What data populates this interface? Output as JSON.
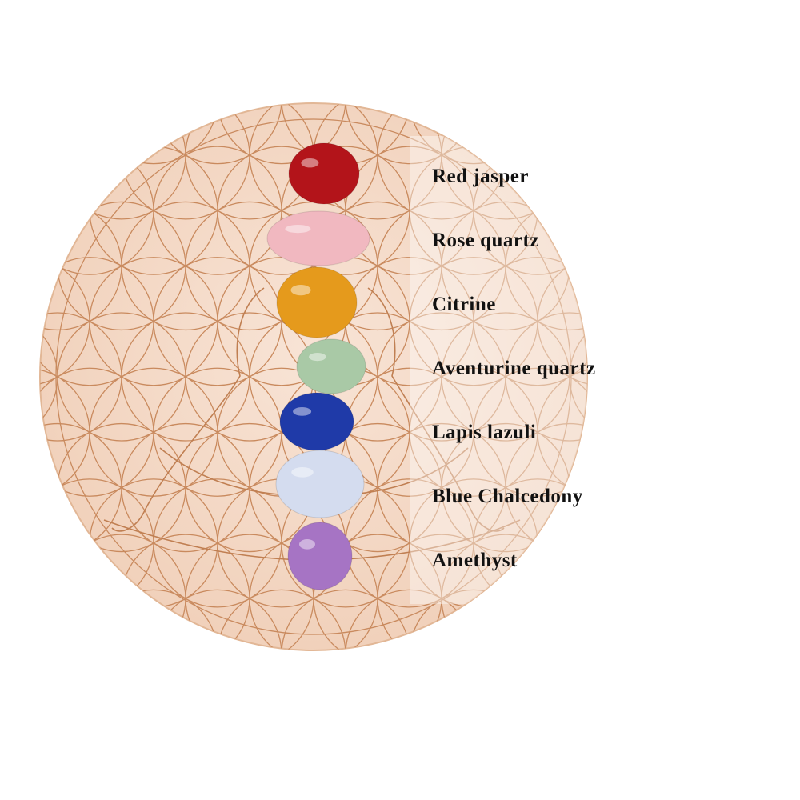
{
  "colors": {
    "background": "#ffffff",
    "wood": "#f6dccb",
    "engraving": "#c98a5e",
    "label_text": "#111111"
  },
  "stones": [
    {
      "name": "Red jasper",
      "color": "#b3141a"
    },
    {
      "name": "Rose quartz",
      "color": "#f1b8c0"
    },
    {
      "name": "Citrine",
      "color": "#e59a1c"
    },
    {
      "name": "Aventurine quartz",
      "color": "#a9c9a6"
    },
    {
      "name": "Lapis lazuli",
      "color": "#1f3aa8"
    },
    {
      "name": "Blue Chalcedony",
      "color": "#d4dcef"
    },
    {
      "name": "Amethyst",
      "color": "#a674c4"
    }
  ]
}
